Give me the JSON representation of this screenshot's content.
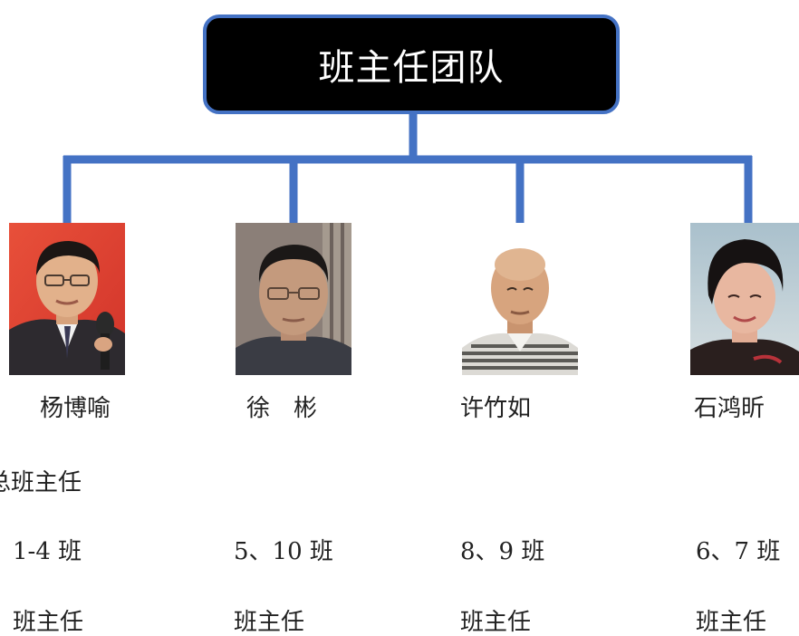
{
  "title": "班主任团队",
  "head_teacher_label": "总班主任",
  "colors": {
    "connector": "#4472c4",
    "title_bg": "#000000",
    "title_text": "#ffffff"
  },
  "members": [
    {
      "name": "杨博喻",
      "classes": "1-4 班",
      "role": "班主任",
      "photo": "portrait-man-with-microphone"
    },
    {
      "name": "徐　彬",
      "classes": "5、10 班",
      "role": "班主任",
      "photo": "portrait-man-with-glasses"
    },
    {
      "name": "许竹如",
      "classes": "8、9 班",
      "role": "班主任",
      "photo": "portrait-bald-man-striped-shirt"
    },
    {
      "name": "石鸿昕",
      "classes": "6、7 班",
      "role": "班主任",
      "photo": "portrait-woman-short-hair"
    }
  ]
}
